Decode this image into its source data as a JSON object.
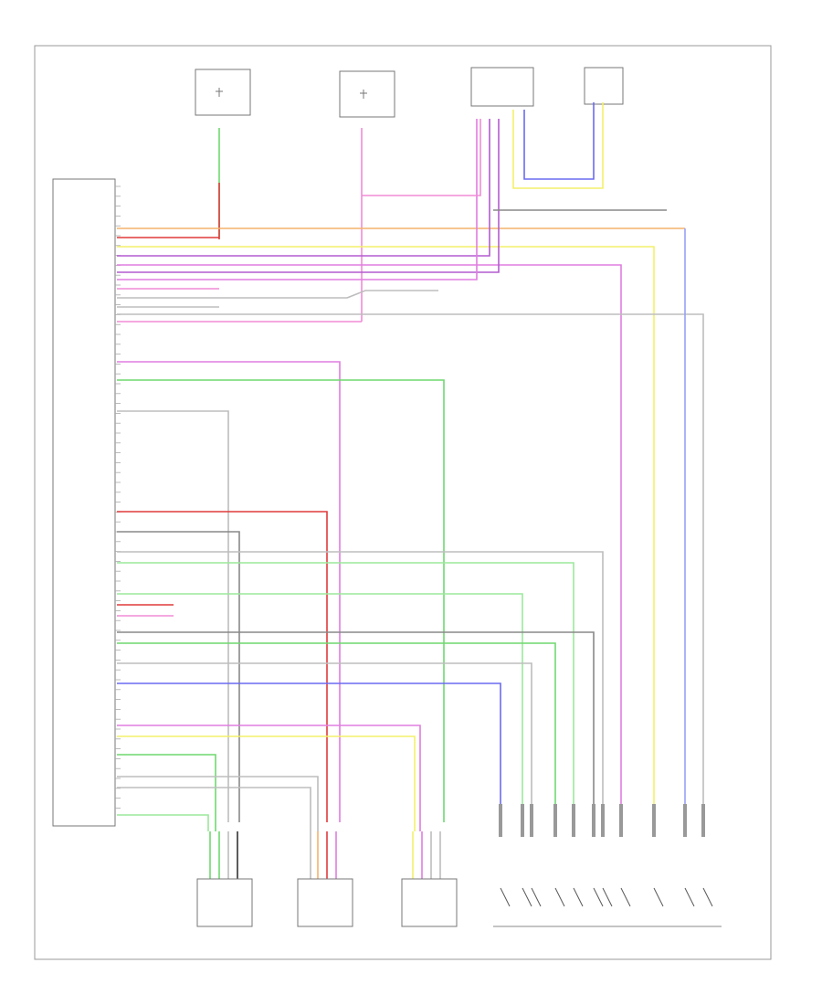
{
  "diagram": {
    "footer_code": "",
    "module_label": "",
    "top_components": [
      {
        "id": "fuse-left",
        "label": ""
      },
      {
        "id": "fuse-right",
        "label": ""
      },
      {
        "id": "motor-left",
        "label": ""
      },
      {
        "id": "motor-right",
        "label": ""
      }
    ],
    "bottom_components": [
      {
        "id": "switch-1",
        "label": ""
      },
      {
        "id": "switch-2",
        "label": ""
      },
      {
        "id": "switch-3",
        "label": ""
      }
    ],
    "switch_group_label": "",
    "wire_colors": {
      "orange": "#f4b26b",
      "red": "#e03a3a",
      "yellow": "#f3f06a",
      "magenta": "#e07de0",
      "violet": "#b35bd1",
      "pink": "#f28bd6",
      "green": "#6fd86f",
      "lightgreen": "#9be89b",
      "blue": "#6a6af2",
      "lightblue": "#9aa0f7",
      "gray": "#bdbdbd",
      "darkgray": "#888888",
      "black": "#333333",
      "darkred": "#c3405e"
    }
  }
}
